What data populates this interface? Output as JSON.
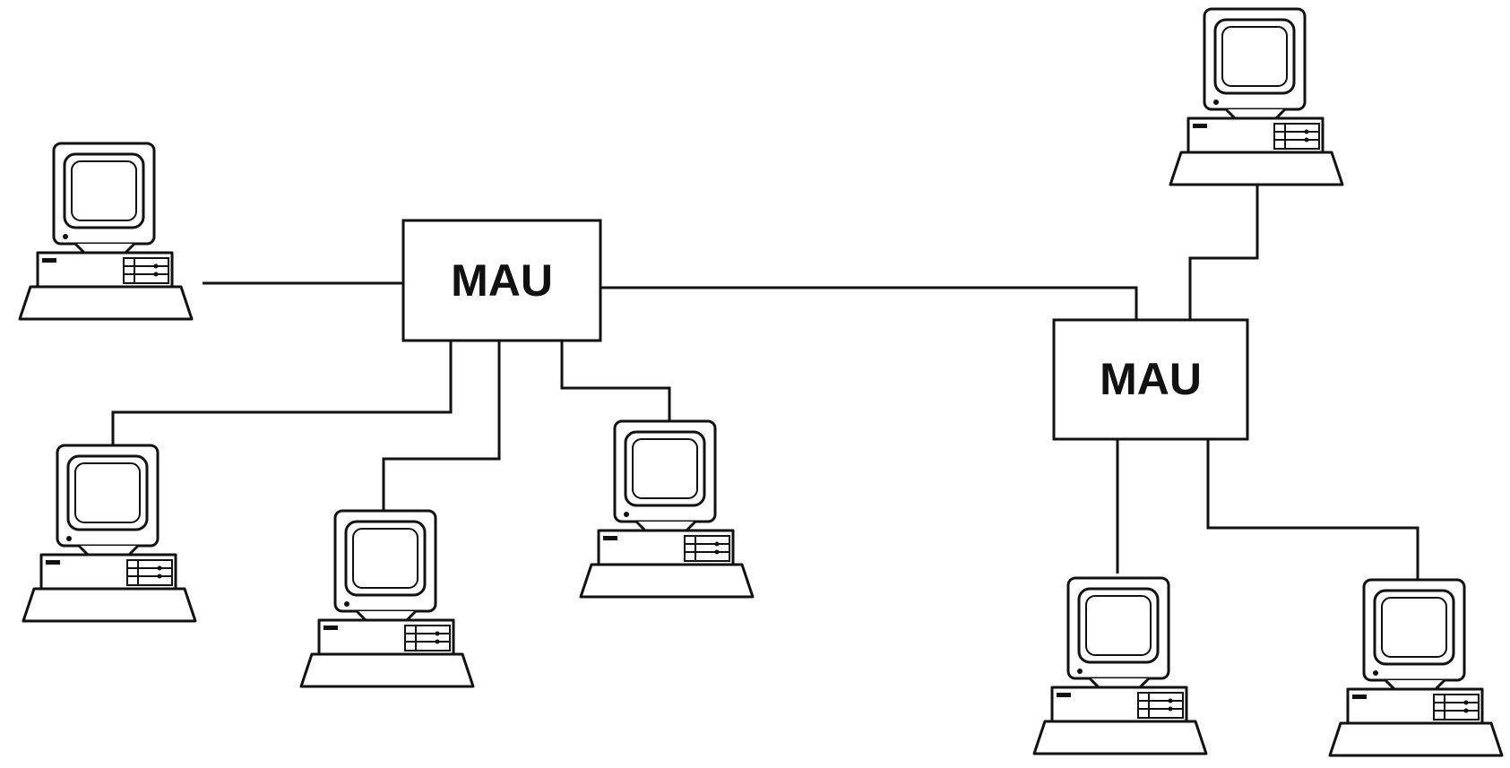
{
  "diagram": {
    "hubs": [
      {
        "id": "mau-left",
        "label": "MAU"
      },
      {
        "id": "mau-right",
        "label": "MAU"
      }
    ],
    "computers": [
      {
        "id": "pc-1",
        "hub": "mau-left"
      },
      {
        "id": "pc-2",
        "hub": "mau-left"
      },
      {
        "id": "pc-3",
        "hub": "mau-left"
      },
      {
        "id": "pc-4",
        "hub": "mau-left"
      },
      {
        "id": "pc-5",
        "hub": "mau-right"
      },
      {
        "id": "pc-6",
        "hub": "mau-right"
      },
      {
        "id": "pc-7",
        "hub": "mau-right"
      }
    ],
    "links": [
      {
        "from": "mau-left",
        "to": "pc-1"
      },
      {
        "from": "mau-left",
        "to": "pc-2"
      },
      {
        "from": "mau-left",
        "to": "pc-3"
      },
      {
        "from": "mau-left",
        "to": "pc-4"
      },
      {
        "from": "mau-left",
        "to": "mau-right"
      },
      {
        "from": "mau-right",
        "to": "pc-5"
      },
      {
        "from": "mau-right",
        "to": "pc-6"
      },
      {
        "from": "mau-right",
        "to": "pc-7"
      }
    ]
  }
}
